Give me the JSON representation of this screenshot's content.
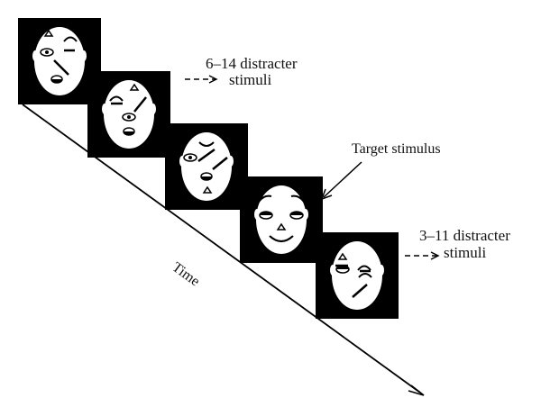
{
  "labels": {
    "distracters_before_line1": "6–14 distracter",
    "distracters_before_line2": "stimuli",
    "target": "Target stimulus",
    "distracters_after_line1": "3–11 distracter",
    "distracters_after_line2": "stimuli",
    "time": "Time"
  },
  "frames": [
    {
      "role": "distracter",
      "expression": "scrambled-features"
    },
    {
      "role": "distracter",
      "expression": "scrambled-features"
    },
    {
      "role": "distracter",
      "expression": "scrambled-features"
    },
    {
      "role": "target",
      "expression": "smiling-face"
    },
    {
      "role": "distracter",
      "expression": "scrambled-features"
    }
  ],
  "colors": {
    "frame_background": "#000000",
    "face_fill": "#ffffff",
    "line_color": "#000000"
  },
  "icons": {
    "arrow": "dashed-right-arrow",
    "pointer": "solid-arrow"
  }
}
